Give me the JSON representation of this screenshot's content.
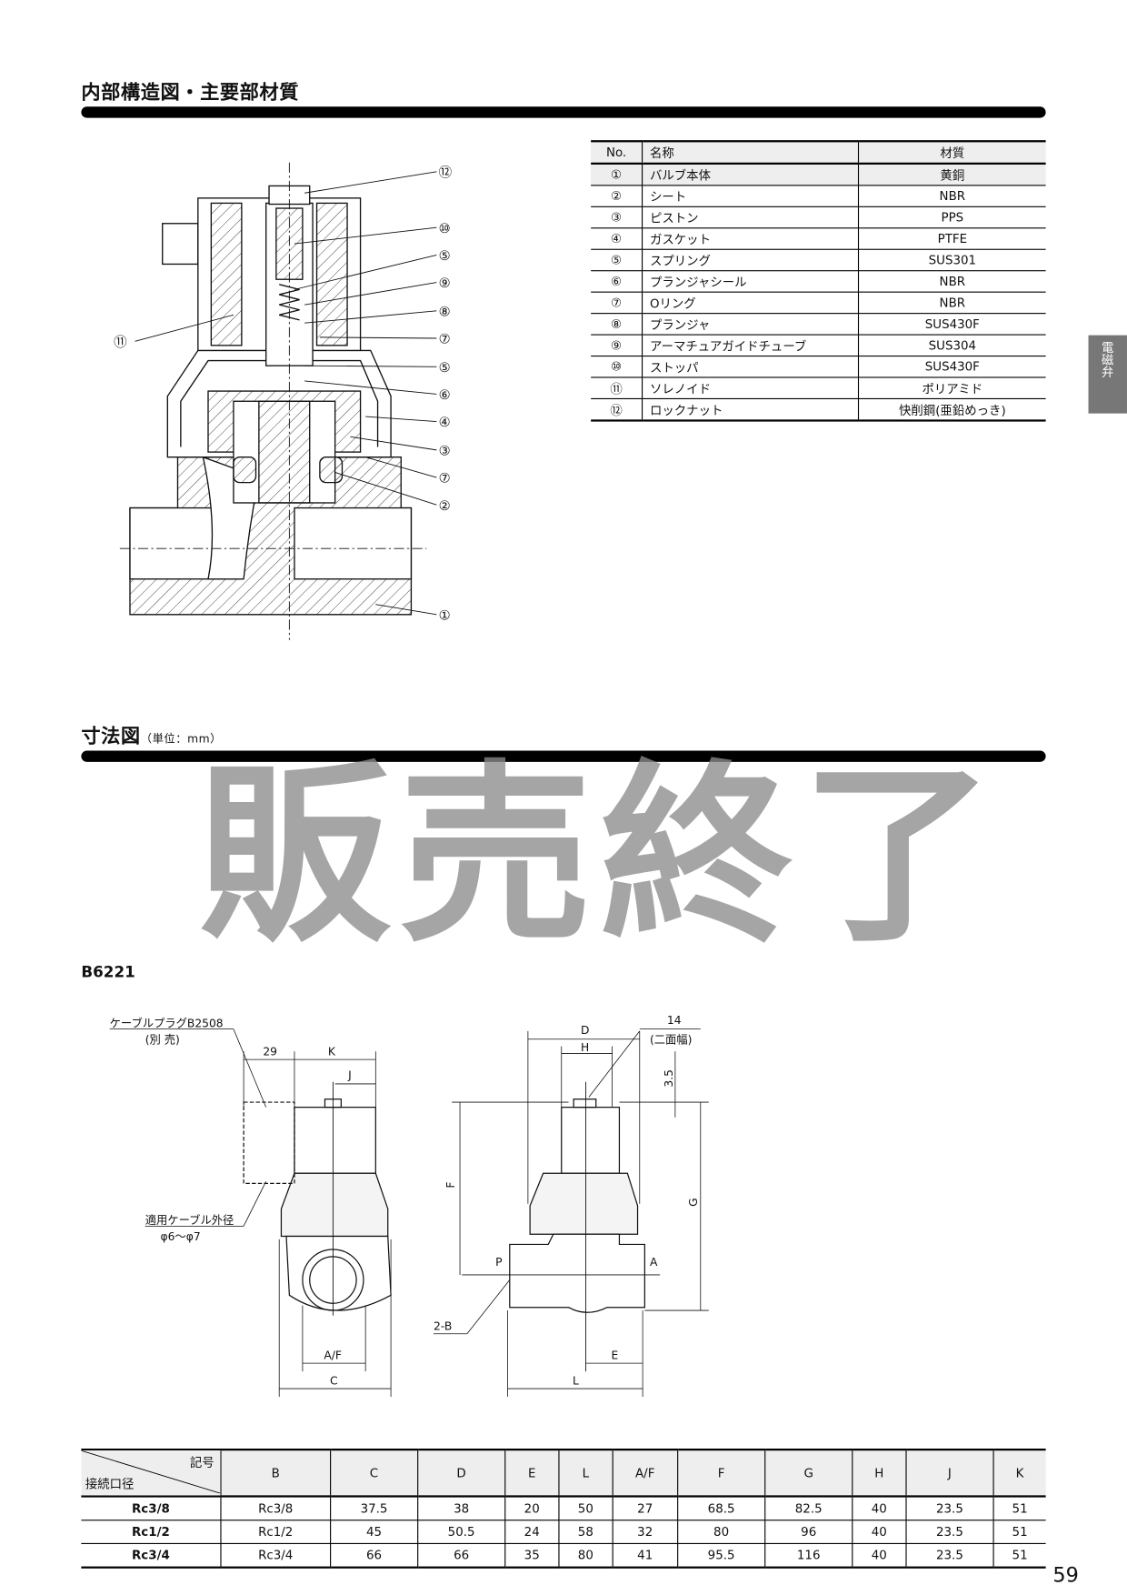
{
  "section1": {
    "title": "内部構造図・主要部材質"
  },
  "callouts": [
    "⑫",
    "⑩",
    "⑤",
    "⑨",
    "⑧",
    "⑦",
    "⑤",
    "⑥",
    "④",
    "③",
    "⑦",
    "②",
    "①",
    "⑪"
  ],
  "parts_table": {
    "headers": [
      "No.",
      "名称",
      "材質"
    ],
    "rows": [
      {
        "no": "①",
        "name": "バルブ本体",
        "material": "黄銅"
      },
      {
        "no": "②",
        "name": "シート",
        "material": "NBR"
      },
      {
        "no": "③",
        "name": "ピストン",
        "material": "PPS"
      },
      {
        "no": "④",
        "name": "ガスケット",
        "material": "PTFE"
      },
      {
        "no": "⑤",
        "name": "スプリング",
        "material": "SUS301"
      },
      {
        "no": "⑥",
        "name": "プランジャシール",
        "material": "NBR"
      },
      {
        "no": "⑦",
        "name": "Oリング",
        "material": "NBR"
      },
      {
        "no": "⑧",
        "name": "プランジャ",
        "material": "SUS430F"
      },
      {
        "no": "⑨",
        "name": "アーマチュアガイドチューブ",
        "material": "SUS304"
      },
      {
        "no": "⑩",
        "name": "ストッパ",
        "material": "SUS430F"
      },
      {
        "no": "⑪",
        "name": "ソレノイド",
        "material": "ポリアミド"
      },
      {
        "no": "⑫",
        "name": "ロックナット",
        "material": "快削鋼(亜鉛めっき)"
      }
    ]
  },
  "side_tab": "電磁弁",
  "section2": {
    "title": "寸法図",
    "unit": "（単位：mm）",
    "model": "B6221"
  },
  "watermark": "販売終了",
  "drawing_labels": {
    "cable_plug": "ケーブルプラグB2508",
    "sold_separately": "(別 売)",
    "cable_od": "適用ケーブル外径",
    "cable_range": "φ6～φ7",
    "d29": "29",
    "K": "K",
    "J": "J",
    "AF": "A/F",
    "C": "C",
    "D": "D",
    "H": "H",
    "d14": "14",
    "flats": "(二面幅)",
    "d35": "3.5",
    "F": "F",
    "G": "G",
    "P": "P",
    "A": "A",
    "B2": "2-B",
    "E": "E",
    "L": "L"
  },
  "dims_table": {
    "corner_top": "記号",
    "corner_bottom": "接続口径",
    "headers": [
      "B",
      "C",
      "D",
      "E",
      "L",
      "A/F",
      "F",
      "G",
      "H",
      "J",
      "K"
    ],
    "rows": [
      {
        "port": "Rc3/8",
        "values": [
          "Rc3/8",
          "37.5",
          "38",
          "20",
          "50",
          "27",
          "68.5",
          "82.5",
          "40",
          "23.5",
          "51"
        ]
      },
      {
        "port": "Rc1/2",
        "values": [
          "Rc1/2",
          "45",
          "50.5",
          "24",
          "58",
          "32",
          "80",
          "96",
          "40",
          "23.5",
          "51"
        ]
      },
      {
        "port": "Rc3/4",
        "values": [
          "Rc3/4",
          "66",
          "66",
          "35",
          "80",
          "41",
          "95.5",
          "116",
          "40",
          "23.5",
          "51"
        ]
      }
    ]
  },
  "page_number": "59"
}
